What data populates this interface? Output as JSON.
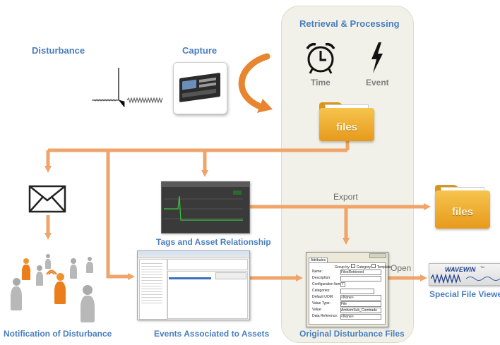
{
  "panel": {
    "title": "Retrieval & Processing",
    "time_label": "Time",
    "event_label": "Event"
  },
  "labels": {
    "disturbance": "Disturbance",
    "capture": "Capture",
    "export": "Export",
    "open": "Open",
    "tags_assets": "Tags and Asset Relationship",
    "events_assets": "Events Associated to Assets",
    "notification": "Notification of Disturbance",
    "original_files": "Original Disturbance Files",
    "special_viewers": "Special File Viewers"
  },
  "folders": {
    "panel_folder": "files",
    "export_folder": "files"
  },
  "wavewin": {
    "logo": "WAVEWIN",
    "tm": "TM"
  },
  "dialog": {
    "tab": "Attributes",
    "group_by": "Group by:",
    "category": "Category",
    "template": "Template",
    "rows": [
      {
        "label": "Name:",
        "value": "FilesRetrieved"
      },
      {
        "label": "Description:",
        "value": ""
      },
      {
        "label": "Configuration Item:",
        "value": "✓"
      },
      {
        "label": "Categories:",
        "value": ""
      },
      {
        "label": "Default UOM:",
        "value": "<None>"
      },
      {
        "label": "Value Type:",
        "value": "File"
      },
      {
        "label": "Value:",
        "value": "AmhemSub_Comtrade"
      },
      {
        "label": "Data Reference:",
        "value": "<None>"
      }
    ]
  },
  "colors": {
    "accent": "#4a7ebf",
    "arrow": "#f0a46a",
    "arrow_dark": "#e8852f",
    "panel": "#f1f1e9",
    "muted": "#7f7f7f"
  }
}
